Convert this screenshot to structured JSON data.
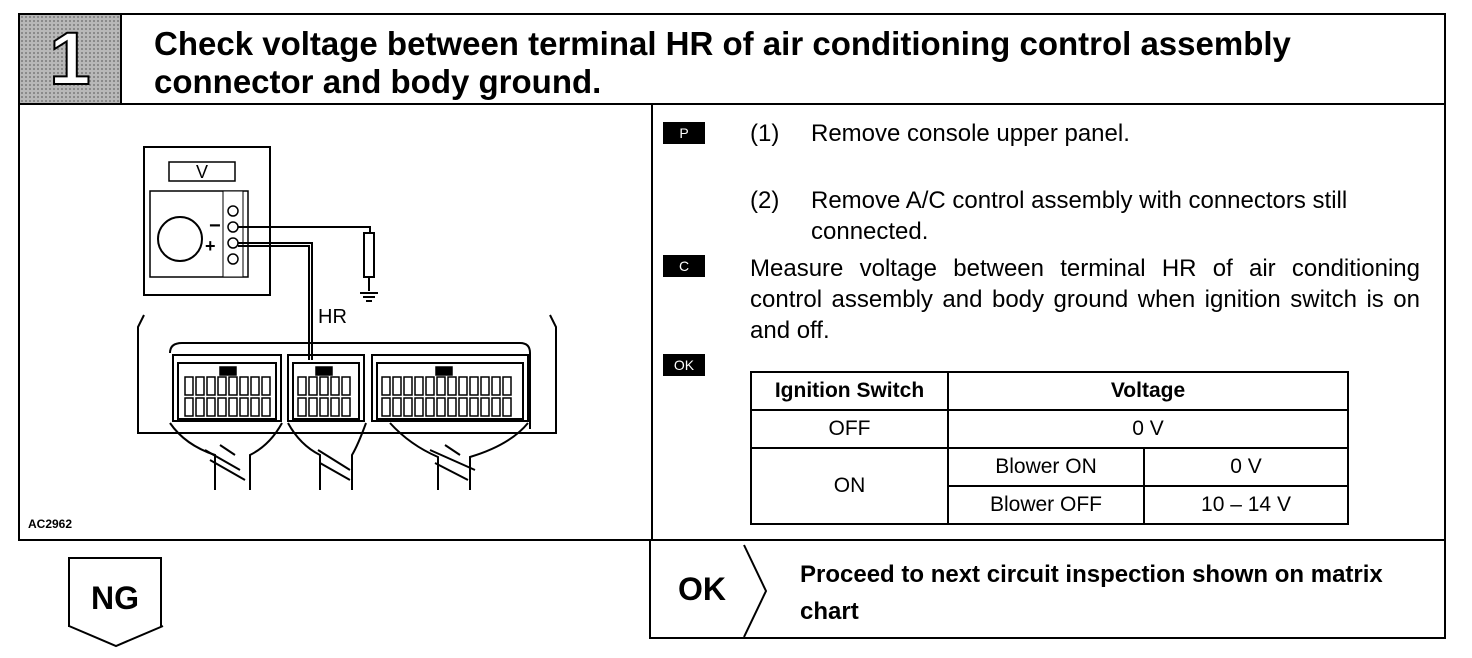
{
  "header": {
    "step_number": "1",
    "title": "Check voltage between terminal HR of air conditioning control assembly connector and body ground."
  },
  "diagram": {
    "meter_label": "V",
    "minus_sign": "−",
    "plus_sign": "+",
    "terminal_label": "HR",
    "figure_id": "AC2962"
  },
  "instructions": {
    "tag_p": "P",
    "tag_c": "C",
    "tag_ok": "OK",
    "step1_num": "(1)",
    "step1_text": "Remove console upper panel.",
    "step2_num": "(2)",
    "step2_text": "Remove A/C control assembly with connectors still connected.",
    "measure_text": "Measure voltage between terminal HR of air conditioning control assembly and body ground when ignition switch is on and off."
  },
  "table": {
    "header_switch": "Ignition Switch",
    "header_voltage": "Voltage",
    "off_label": "OFF",
    "off_value": "0 V",
    "on_label": "ON",
    "blower_on": "Blower ON",
    "blower_on_value": "0 V",
    "blower_off": "Blower OFF",
    "blower_off_value": "10 – 14 V"
  },
  "result": {
    "ng_label": "NG",
    "ok_label": "OK",
    "ok_text": "Proceed to next circuit inspection shown on matrix chart"
  }
}
